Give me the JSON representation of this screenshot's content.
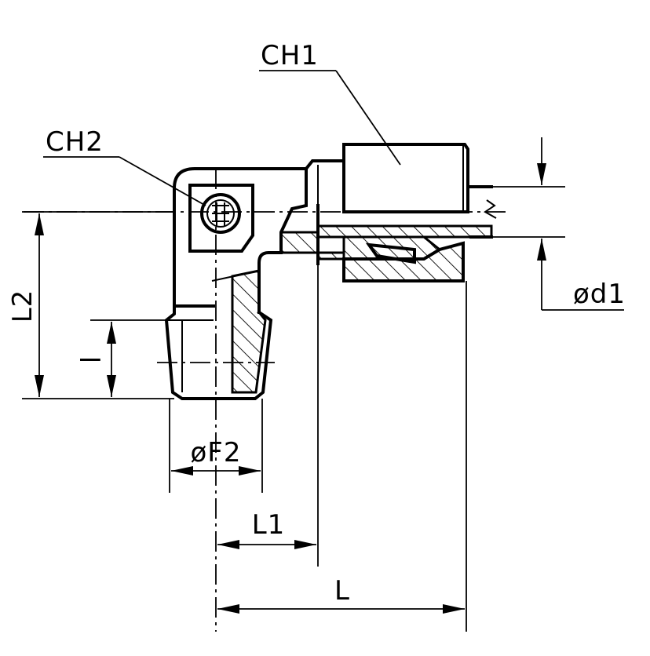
{
  "labels": {
    "ch1": "CH1",
    "ch2": "CH2",
    "l2": "L2",
    "l": "l",
    "f2": "øF2",
    "l1": "L1",
    "L": "L",
    "d1": "ød1"
  },
  "colors": {
    "stroke": "#000000",
    "background": "#ffffff"
  }
}
